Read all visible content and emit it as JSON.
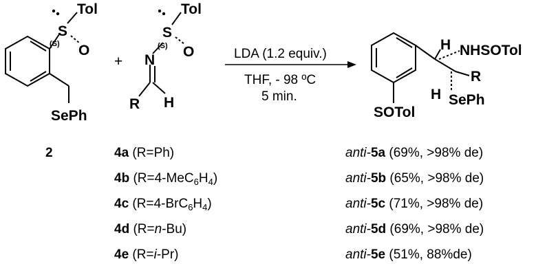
{
  "reactant_sulfoxide": {
    "tol": "Tol",
    "s": "S",
    "o": "O",
    "config": "(S)",
    "sephe": "SePh"
  },
  "plus": "+",
  "reactant_imine": {
    "tol": "Tol",
    "s": "S",
    "o": "O",
    "config": "(S)",
    "n": "N",
    "r": "R",
    "h": "H"
  },
  "conditions": {
    "reagent": "LDA (1.2 equiv.)",
    "solvent_temp": "THF, - 98 ºC",
    "time": "5 min."
  },
  "product": {
    "h1": "H",
    "nh": "NHSOTol",
    "r": "R",
    "h2": "H",
    "seph": "SePh",
    "sotol": "SOTol"
  },
  "compound2_label": "2",
  "entries": [
    {
      "sub_id": "4a",
      "sub_pre": " (R=Ph)",
      "sub_sub": "",
      "sub_post": "",
      "sub_it": "",
      "sub_tail": "",
      "prod_prefix": "anti-",
      "prod_id": "5a",
      "prod_result": " (69%, >98% de)"
    },
    {
      "sub_id": "4b",
      "sub_pre": " (R=4-MeC",
      "sub_sub": "6",
      "sub_post": "H",
      "sub_it": "4",
      "sub_tail": ")",
      "prod_prefix": "anti-",
      "prod_id": "5b",
      "prod_result": " (65%, >98% de)"
    },
    {
      "sub_id": "4c",
      "sub_pre": " (R=4-BrC",
      "sub_sub": "6",
      "sub_post": "H",
      "sub_it": "4",
      "sub_tail": ")",
      "prod_prefix": "anti-",
      "prod_id": "5c",
      "prod_result": " (71%, >98% de)"
    },
    {
      "sub_id": "4d",
      "sub_pre": " (R=",
      "sub_sub": "",
      "sub_post": "n",
      "sub_it": "",
      "sub_tail": "-Bu)",
      "prod_prefix": "anti-",
      "prod_id": "5d",
      "prod_result": " (69%, >98% de)"
    },
    {
      "sub_id": "4e",
      "sub_pre": " (R=",
      "sub_sub": "",
      "sub_post": "i",
      "sub_it": "",
      "sub_tail": "-Pr)",
      "prod_prefix": "anti-",
      "prod_id": "5e",
      "prod_result": " (51%, 88%de)"
    }
  ]
}
